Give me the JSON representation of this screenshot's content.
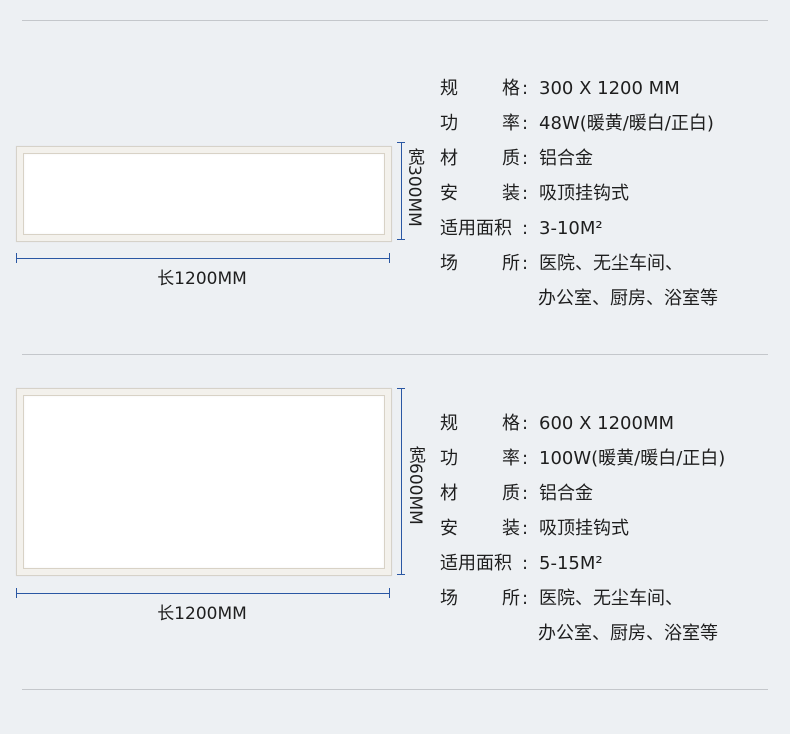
{
  "products": [
    {
      "width_label": "宽300MM",
      "length_label": "长1200MM",
      "specs": [
        {
          "key_a": "规",
          "key_b": "格",
          "colon": ":",
          "value": "300 X 1200 MM"
        },
        {
          "key_a": "功",
          "key_b": "率",
          "colon": ":",
          "value": "48W(暖黄/暖白/正白)"
        },
        {
          "key_a": "材",
          "key_b": "质",
          "colon": ":",
          "value": "铝合金"
        },
        {
          "key_a": "安",
          "key_b": "装",
          "colon": ":",
          "value": "吸顶挂钩式"
        },
        {
          "key_a": "适用面积",
          "key_b": "",
          "colon": ":",
          "value": "3-10M²"
        },
        {
          "key_a": "场",
          "key_b": "所",
          "colon": ":",
          "value": "医院、无尘车间、"
        }
      ],
      "continuation": "办公室、厨房、浴室等"
    },
    {
      "width_label": "宽600MM",
      "length_label": "长1200MM",
      "specs": [
        {
          "key_a": "规",
          "key_b": "格",
          "colon": ":",
          "value": "600 X 1200MM"
        },
        {
          "key_a": "功",
          "key_b": "率",
          "colon": ":",
          "value": "100W(暖黄/暖白/正白)"
        },
        {
          "key_a": "材",
          "key_b": "质",
          "colon": ":",
          "value": "铝合金"
        },
        {
          "key_a": "安",
          "key_b": "装",
          "colon": ":",
          "value": "吸顶挂钩式"
        },
        {
          "key_a": "适用面积",
          "key_b": "",
          "colon": ":",
          "value": "5-15M²"
        },
        {
          "key_a": "场",
          "key_b": "所",
          "colon": ":",
          "value": "医院、无尘车间、"
        }
      ],
      "continuation": "办公室、厨房、浴室等"
    }
  ],
  "colors": {
    "background": "#edf0f3",
    "dimension_line": "#2a57a3",
    "panel_frame": "#f3f1ec"
  }
}
